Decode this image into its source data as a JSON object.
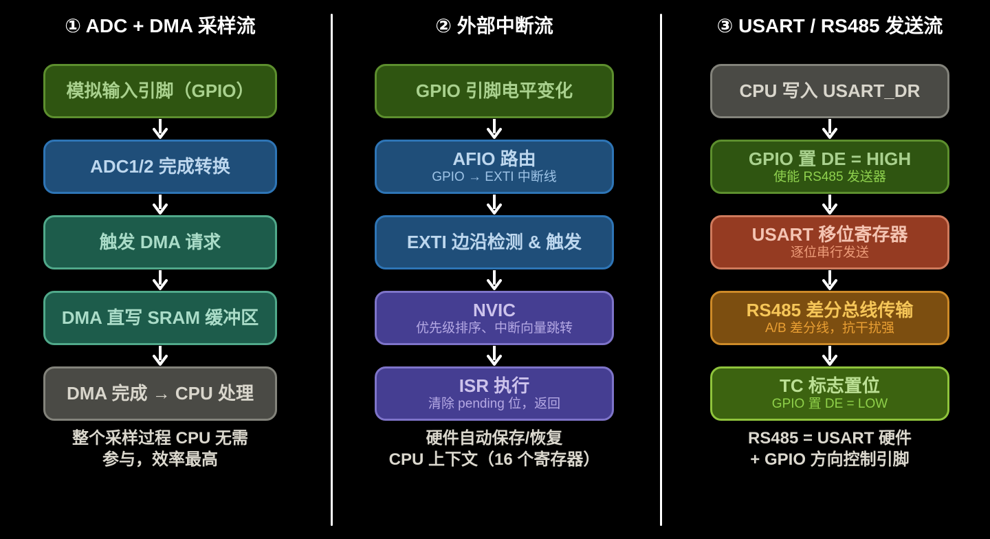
{
  "background": "#000000",
  "divider_color": "#ffffff",
  "arrow_color": "#ffffff",
  "palette": {
    "green_fill": "#2f5511",
    "green_border": "#5d8f2e",
    "green_text": "#a9d18e",
    "blue_fill": "#1f4e79",
    "blue_border": "#2e75b6",
    "blue_text": "#bdd7ee",
    "blue_subtext": "#9dc3e6",
    "teal_fill": "#1d5c4b",
    "teal_border": "#50a98a",
    "teal_text": "#aadcc8",
    "gray_fill": "#4a4a45",
    "gray_border": "#83837b",
    "gray_text": "#d9d6cc",
    "purple_fill": "#453e92",
    "purple_border": "#7e74c9",
    "purple_text": "#cdc3ec",
    "purple_subtext": "#b5a9e4",
    "red_fill": "#953b22",
    "red_border": "#cf7a5c",
    "red_text": "#f4c4b2",
    "red_subtext": "#ec9b78",
    "orange_fill": "#7c4e10",
    "orange_border": "#cd8a28",
    "orange_text": "#f6c658",
    "orange_subtext": "#e99f33",
    "bright_green_fill": "#3c6310",
    "bright_green_border": "#8fc43c",
    "bright_green_text": "#bce095",
    "bright_green_subtext": "#8fd04a",
    "header_text": "#ffffff",
    "footer_text": "#dbd8ce"
  },
  "columns": [
    {
      "title": "① ADC + DMA 采样流",
      "boxes": [
        {
          "title": "模拟输入引脚（GPIO）"
        },
        {
          "title": "ADC1/2 完成转换"
        },
        {
          "title": "触发 DMA 请求"
        },
        {
          "title": "DMA 直写 SRAM 缓冲区"
        },
        {
          "title": "DMA 完成 → CPU 处理"
        }
      ],
      "footer_line1": "整个采样过程 CPU 无需",
      "footer_line2": "参与，效率最高"
    },
    {
      "title": "② 外部中断流",
      "boxes": [
        {
          "title": "GPIO 引脚电平变化"
        },
        {
          "title": "AFIO 路由",
          "subtitle": "GPIO → EXTI 中断线"
        },
        {
          "title": "EXTI 边沿检测 & 触发"
        },
        {
          "title": "NVIC",
          "subtitle": "优先级排序、中断向量跳转"
        },
        {
          "title": "ISR 执行",
          "subtitle": "清除 pending 位，返回"
        }
      ],
      "footer_line1": "硬件自动保存/恢复",
      "footer_line2": "CPU 上下文（16 个寄存器）"
    },
    {
      "title": "③ USART / RS485 发送流",
      "boxes": [
        {
          "title": "CPU 写入 USART_DR"
        },
        {
          "title": "GPIO 置 DE = HIGH",
          "subtitle": "使能 RS485 发送器"
        },
        {
          "title": "USART 移位寄存器",
          "subtitle": "逐位串行发送"
        },
        {
          "title": "RS485 差分总线传输",
          "subtitle": "A/B 差分线，抗干扰强"
        },
        {
          "title": "TC 标志置位",
          "subtitle": "GPIO 置 DE = LOW"
        }
      ],
      "footer_line1": "RS485 = USART 硬件",
      "footer_line2": "+ GPIO 方向控制引脚"
    }
  ]
}
